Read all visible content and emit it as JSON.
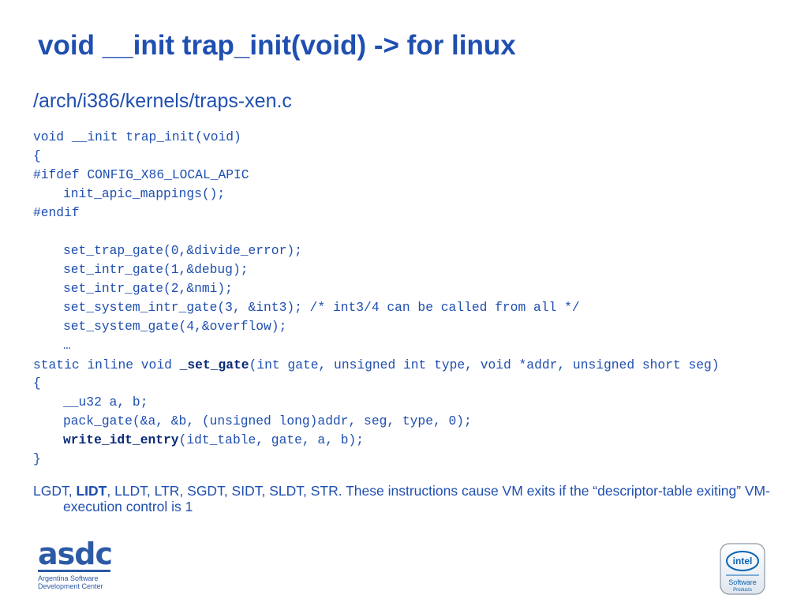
{
  "title": "void __init trap_init(void) -> for linux",
  "subtitle": "/arch/i386/kernels/traps-xen.c",
  "code": {
    "l1": "void __init trap_init(void)",
    "l2": "{",
    "l3": "#ifdef CONFIG_X86_LOCAL_APIC",
    "l4": "init_apic_mappings();",
    "l5": "#endif",
    "l6": "set_trap_gate(0,&divide_error);",
    "l7": "set_intr_gate(1,&debug);",
    "l8": "set_intr_gate(2,&nmi);",
    "l9": "set_system_intr_gate(3, &int3); /* int3/4 can be called from all */",
    "l10": "set_system_gate(4,&overflow);",
    "l11": "…",
    "l12_pre": "static inline void ",
    "l12_bold": "_set_gate",
    "l12_post": "(int gate, unsigned int type, void *addr, unsigned short seg)",
    "l13": "{",
    "l14": "__u32 a, b;",
    "l15": "pack_gate(&a, &b, (unsigned long)addr, seg, type, 0);",
    "l16_bold": "write_idt_entry",
    "l16_post": "(idt_table, gate, a, b);",
    "l17": "}"
  },
  "note": {
    "pre": "LGDT, ",
    "bold": "LIDT",
    "post": ", LLDT, LTR, SGDT, SIDT, SLDT, STR. These instructions cause VM exits if the “descriptor-table exiting” VM-execution control is 1"
  },
  "logos": {
    "asdc_word": "asdc",
    "asdc_line1": "Argentina Software",
    "asdc_line2": "Development Center",
    "intel_word": "intel",
    "intel_line1": "Software",
    "intel_line2": "Products"
  },
  "colors": {
    "text": "#1f4fb0",
    "asdc_blue": "#2d5aa6",
    "intel_blue": "#0a64b4"
  }
}
